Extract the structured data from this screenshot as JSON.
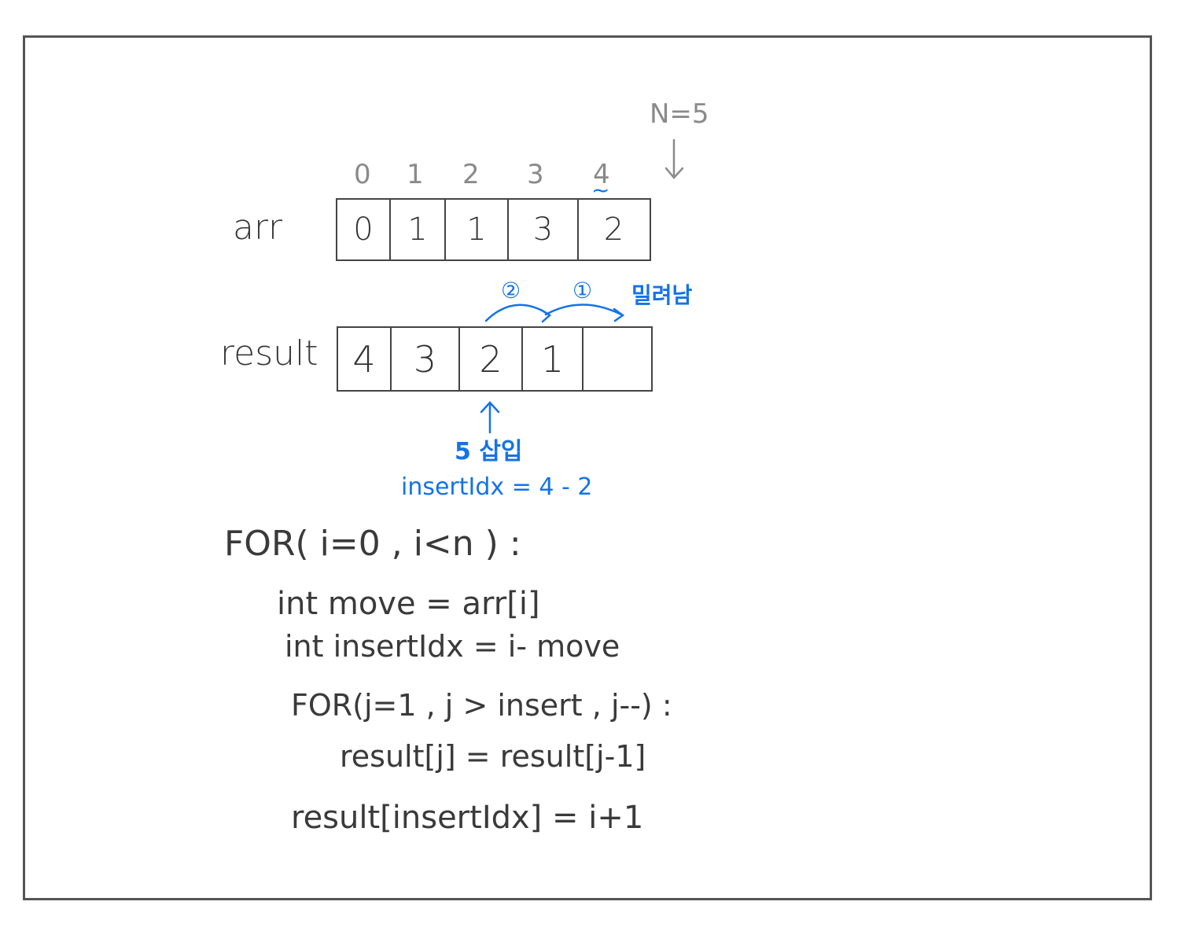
{
  "n_label": "N=5",
  "indices": [
    "0",
    "1",
    "2",
    "3",
    "4"
  ],
  "arr": {
    "label": "arr",
    "values": [
      "0",
      "1",
      "1",
      "3",
      "2"
    ]
  },
  "result": {
    "label": "result",
    "values": [
      "4",
      "3",
      "2",
      "1",
      ""
    ]
  },
  "annotations": {
    "shift_step_2": "②",
    "shift_step_1": "①",
    "shifted": "밀려남",
    "insert_value": "5 삽입",
    "insert_idx": "insertIdx = 4 - 2",
    "tilde": "~"
  },
  "code": {
    "line1": "FOR( i=0 , i<n ) :",
    "line2": "int move = arr[i]",
    "line3": "int insertIdx = i- move",
    "line4": "FOR(j=1 , j > insert , j--) :",
    "line5": "result[j] = result[j-1]",
    "line6": "result[insertIdx] = i+1"
  },
  "colors": {
    "ink": "#3a3a3a",
    "index_gray": "#8a8a8a",
    "annotation_blue": "#1473e6"
  }
}
